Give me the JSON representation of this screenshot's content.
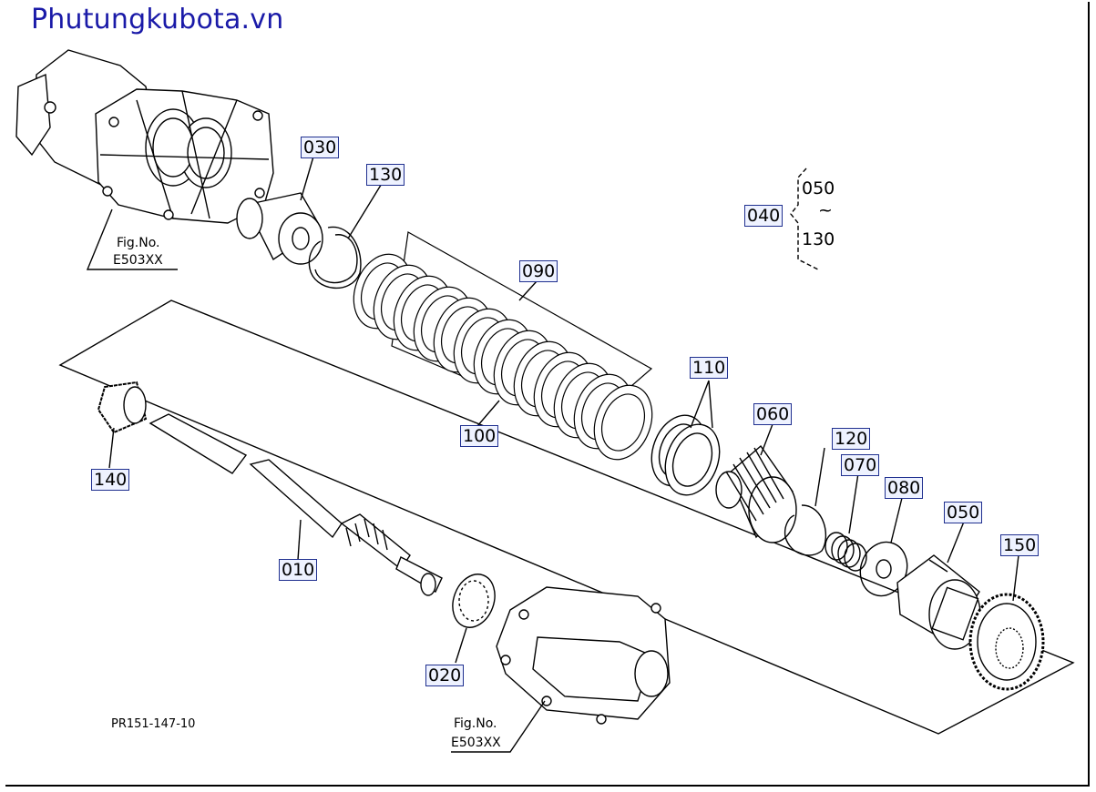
{
  "header": {
    "brand": "Phutungkubota.vn"
  },
  "drawing_code": "PR151-147-10",
  "figure_refs": [
    {
      "label": "Fig.No.",
      "code": "E503XX"
    },
    {
      "label": "Fig.No.",
      "code": "E503XX"
    }
  ],
  "assembly_note": {
    "assembly": "040",
    "from": "050",
    "tilde": "~",
    "to": "130"
  },
  "parts": {
    "p010": "010",
    "p020": "020",
    "p030": "030",
    "p040": "040",
    "p050": "050",
    "p060": "060",
    "p070": "070",
    "p080": "080",
    "p090": "090",
    "p100": "100",
    "p110": "110",
    "p120": "120",
    "p130": "130",
    "p140": "140",
    "p150": "150"
  },
  "colors": {
    "brand": "#1a1aa8",
    "callout_border": "#1f2f8f",
    "callout_fill": "#eef2ff"
  }
}
